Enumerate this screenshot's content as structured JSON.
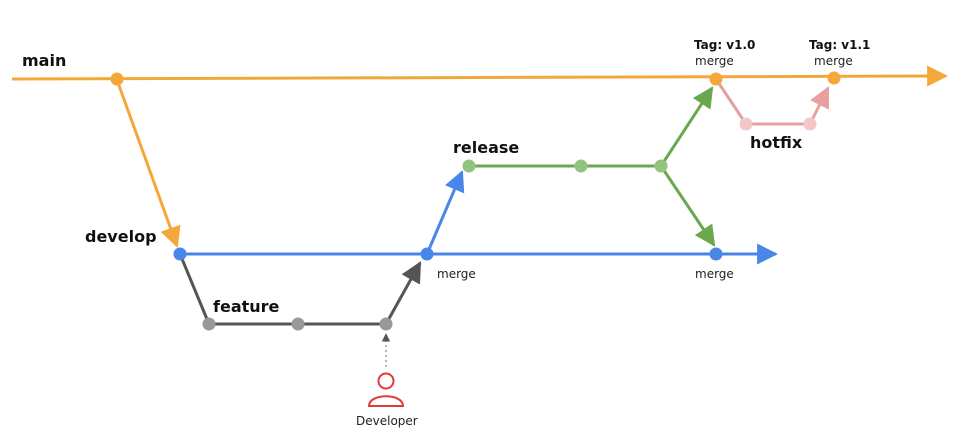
{
  "branches": {
    "main": "main",
    "develop": "develop",
    "feature": "feature",
    "release": "release",
    "hotfix": "hotfix"
  },
  "tags": {
    "v10": "Tag: v1.0",
    "v11": "Tag: v1.1"
  },
  "merges": {
    "main_v10": "merge",
    "main_v11": "merge",
    "develop_feature": "merge",
    "develop_release": "merge"
  },
  "actor": {
    "label": "Developer",
    "icon": "person-icon"
  },
  "colors": {
    "main": "#F5A83A",
    "develop": "#4A86E8",
    "feature": "#555555",
    "feature_node": "#999999",
    "release": "#6AA84F",
    "release_node": "#93C47D",
    "hotfix": "#E6A0A0",
    "hotfix_node": "#F4C7C7",
    "developer": "#E03A3A"
  }
}
